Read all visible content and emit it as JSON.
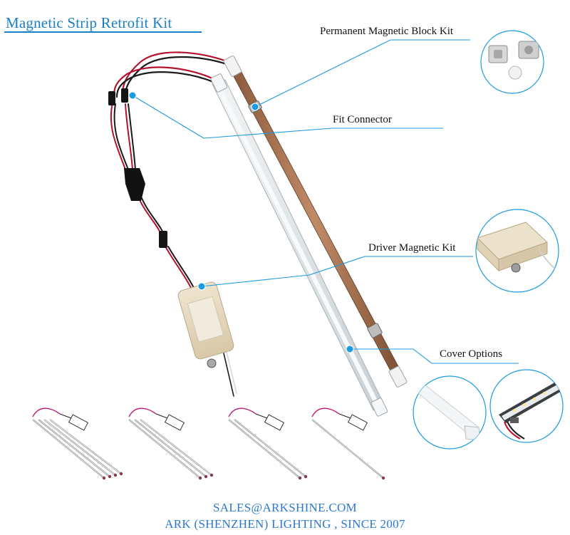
{
  "title": "Magnetic Strip Retrofit Kit",
  "callouts": {
    "magnetic_block": "Permanent Magnetic Block Kit",
    "fit_connector": "Fit Connector",
    "driver": "Driver Magnetic Kit",
    "cover": "Cover Options"
  },
  "footer": {
    "email": "SALES@ARKSHINE.COM",
    "company": "ARK (SHENZHEN) LIGHTING , SINCE 2007"
  },
  "colors": {
    "accent": "#1a7fc7",
    "footer_text": "#2a78d0",
    "wire_red": "#b3122e",
    "copper": "#b07a55"
  },
  "thumbnails": [
    {
      "tubes": 4
    },
    {
      "tubes": 3
    },
    {
      "tubes": 2
    },
    {
      "tubes": 1
    }
  ]
}
